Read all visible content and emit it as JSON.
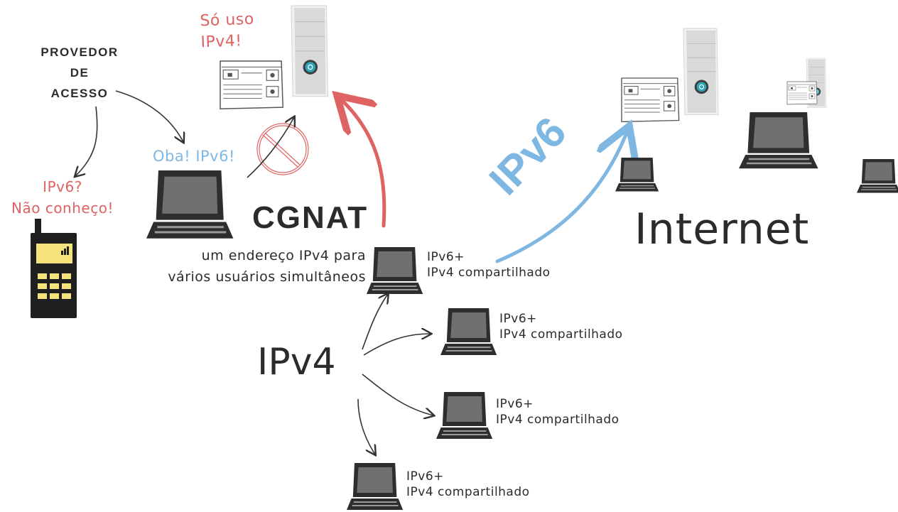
{
  "provider_label": [
    "PROVEDOR",
    "DE",
    "ACESSO"
  ],
  "server_note": [
    "Só uso",
    "IPv4!"
  ],
  "phone_note": [
    "IPv6?",
    "Não conheço!"
  ],
  "laptop_note": "Oba! IPv6!",
  "cgnat_title": "CGNAT",
  "cgnat_desc": [
    "um endereço IPv4 para",
    "vários usuários simultâneos"
  ],
  "ipv6_arrow_label": "IPv6",
  "internet_title": "Internet",
  "ipv4_label": "IPv4",
  "client_label": [
    "IPv6+",
    "IPv4 compartilhado"
  ],
  "colors": {
    "red_note": "#e06363",
    "blue_note": "#7fb7e3",
    "ink": "#2b2b2b",
    "phone_screen": "#f4e27a",
    "laptop_screen": "#707070",
    "laptop_body": "#2e2e2e",
    "server_button": "#2aa6b8"
  }
}
